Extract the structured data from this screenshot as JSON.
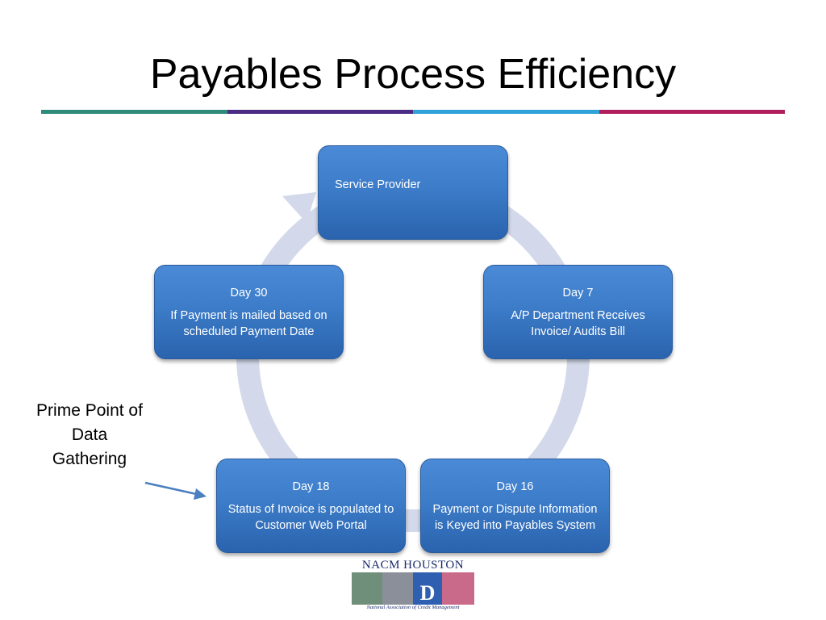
{
  "title": "Payables Process Efficiency",
  "colors": {
    "rule": [
      "#2e8b7a",
      "#4b2a83",
      "#2fa2d8",
      "#b01e5e"
    ],
    "node_fill": "#3c7cc8",
    "ring": "#d3d9ea",
    "pointer": "#4a7fc0"
  },
  "nodes": {
    "service_provider": {
      "label": "Service Provider"
    },
    "day7": {
      "day": "Day 7",
      "desc": "A/P Department Receives Invoice/ Audits Bill"
    },
    "day16": {
      "day": "Day 16",
      "desc": "Payment or Dispute Information is Keyed into Payables System"
    },
    "day18": {
      "day": "Day 18",
      "desc": "Status of Invoice is populated to Customer Web Portal"
    },
    "day30": {
      "day": "Day 30",
      "desc": "If Payment is mailed based on scheduled Payment Date"
    }
  },
  "annotation": {
    "text": "Prime Point of Data Gathering"
  },
  "logo": {
    "name": "NACM HOUSTON",
    "tagline": "National Association of Credit Management"
  }
}
